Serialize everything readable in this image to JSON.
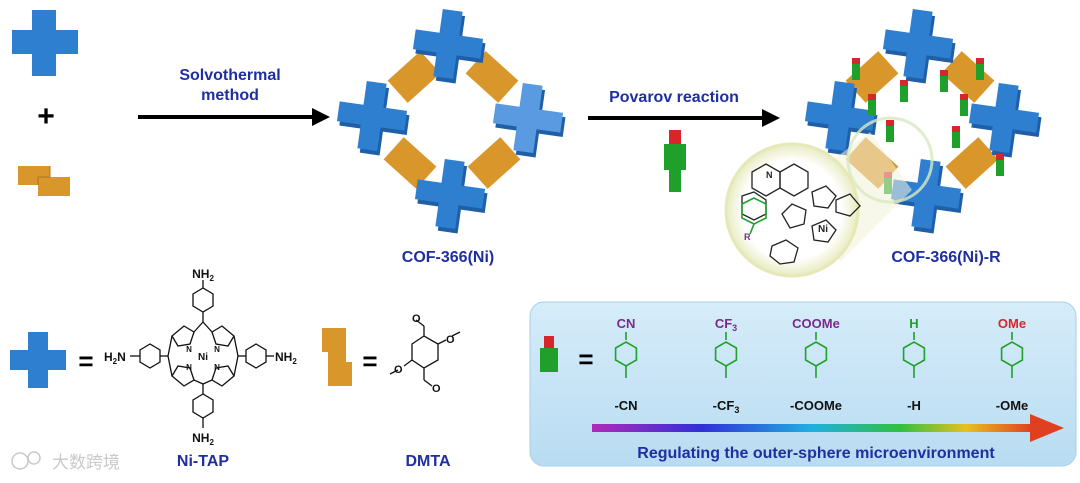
{
  "colors": {
    "blue": "#2f7fd0",
    "blue_dark": "#1f5fa8",
    "orange": "#d9962a",
    "orange_dark": "#a86b14",
    "green": "#1fa02a",
    "red": "#d8252a",
    "arrow": "#000000",
    "label_blue": "#1f2fa0",
    "panel_bg": "#cfe8f7",
    "substituent_purple": "#7a2a8a",
    "substituent_red": "#d8252a"
  },
  "icons": {
    "monomer_cross": "blue-cross-icon",
    "linker": "orange-linker-icon",
    "substituent": "green-red-substituent-icon"
  },
  "top": {
    "plus": "+",
    "step1_line1": "Solvothermal",
    "step1_line2": "method",
    "cof_label": "COF-366(Ni)",
    "step2": "Povarov reaction",
    "cof_r_label": "COF-366(Ni)-R",
    "magnifier_ni": "Ni",
    "magnifier_n": "N",
    "magnifier_r": "R"
  },
  "legend": {
    "equals": "=",
    "ni_tap": {
      "name": "Ni-TAP",
      "nh2": "NH",
      "sub2": "2",
      "h2n": "H",
      "sub_h2": "2",
      "h2n_n": "N",
      "metal": "Ni",
      "n": "N"
    },
    "dmta": {
      "name": "DMTA",
      "o": "O"
    }
  },
  "panel": {
    "substituents": [
      {
        "top_main": "CN",
        "top_sub": "",
        "bottom_main": "-CN",
        "bottom_sub": "",
        "top_color": "purple"
      },
      {
        "top_main": "CF",
        "top_sub": "3",
        "bottom_main": "-CF",
        "bottom_sub": "3",
        "top_color": "purple"
      },
      {
        "top_main": "COOMe",
        "top_sub": "",
        "bottom_main": "-COOMe",
        "bottom_sub": "",
        "top_color": "purple"
      },
      {
        "top_main": "H",
        "top_sub": "",
        "bottom_main": "-H",
        "bottom_sub": "",
        "top_color": "green"
      },
      {
        "top_main": "OMe",
        "top_sub": "",
        "bottom_main": "-OMe",
        "bottom_sub": "",
        "top_color": "red"
      }
    ],
    "caption": "Regulating the outer-sphere microenvironment"
  },
  "watermark": "大数跨境"
}
